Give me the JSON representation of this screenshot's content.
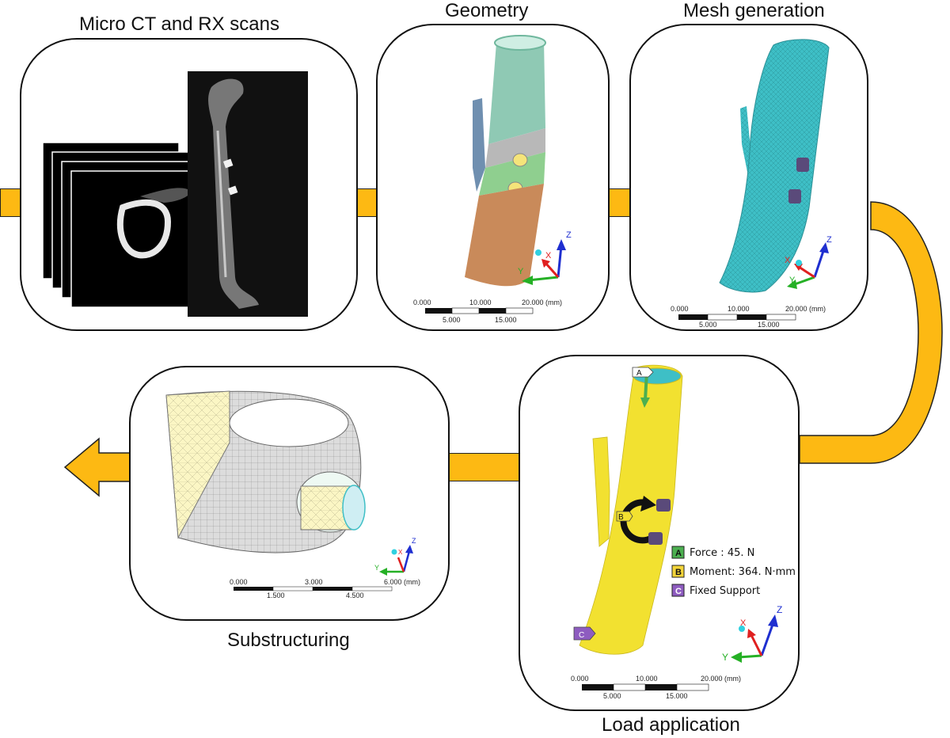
{
  "stages": {
    "scans": "Micro CT and RX scans",
    "geometry": "Geometry",
    "mesh": "Mesh generation",
    "load": "Load application",
    "substructuring": "Substructuring"
  },
  "scalebar_20mm": {
    "top": [
      "0.000",
      "10.000",
      "20.000 (mm)"
    ],
    "bottom": [
      "5.000",
      "15.000"
    ]
  },
  "scalebar_6mm": {
    "top": [
      "0.000",
      "3.000",
      "6.000 (mm)"
    ],
    "bottom": [
      "1.500",
      "4.500"
    ]
  },
  "axes": {
    "x": "X",
    "y": "Y",
    "z": "Z"
  },
  "legend": [
    {
      "letter": "A",
      "text": "Force : 45. N",
      "color": "#4caf50"
    },
    {
      "letter": "B",
      "text": "Moment: 364. N·mm",
      "color": "#f2d43a"
    },
    {
      "letter": "C",
      "text": "Fixed Support",
      "color": "#8e5cc0"
    }
  ],
  "colors": {
    "connector": "#fdb913",
    "mesh_cyan": "#3ebfc6",
    "bone_yellow": "#f2e130",
    "geometry_green": "#8fc9b4",
    "geometry_orange": "#c98a5a"
  }
}
